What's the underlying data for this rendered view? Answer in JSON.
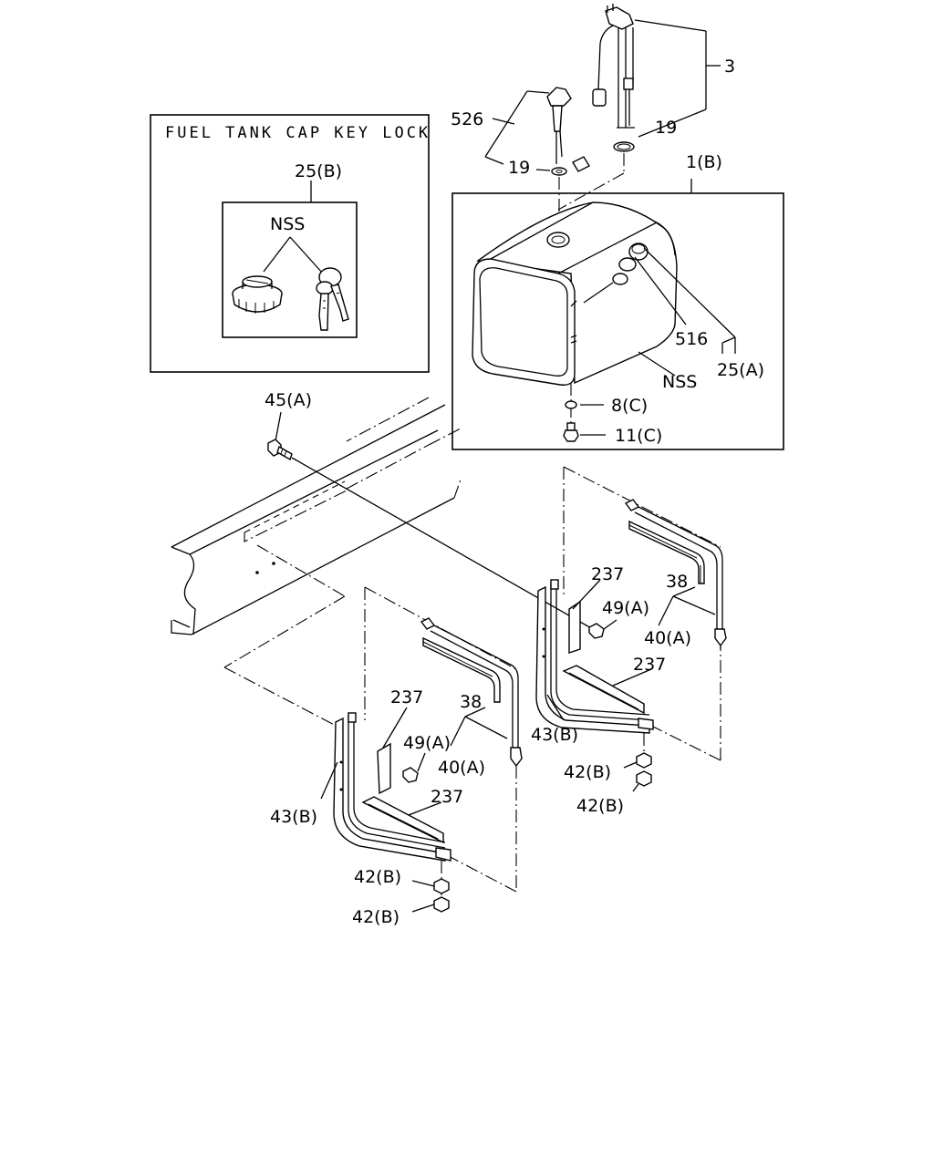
{
  "inset": {
    "title": "FUEL TANK CAP KEY LOCK"
  },
  "labels": {
    "l3": "3",
    "l19a": "19",
    "l526": "526",
    "l19b": "19",
    "l1b": "1(B)",
    "l25b": "25(B)",
    "lnss_inset": "NSS",
    "l516": "516",
    "l25a": "25(A)",
    "lnss_tank": "NSS",
    "l8c": "8(C)",
    "l11c": "11(C)",
    "l45a": "45(A)",
    "l237_r1": "237",
    "l38_r": "38",
    "l49a_r": "49(A)",
    "l40a_r": "40(A)",
    "l237_r2": "237",
    "l43b_r": "43(B)",
    "l42b_r1": "42(B)",
    "l42b_r2": "42(B)",
    "l237_l1": "237",
    "l38_l": "38",
    "l49a_l": "49(A)",
    "l40a_l": "40(A)",
    "l237_l2": "237",
    "l43b_l": "43(B)",
    "l42b_l1": "42(B)",
    "l42b_l2": "42(B)"
  }
}
